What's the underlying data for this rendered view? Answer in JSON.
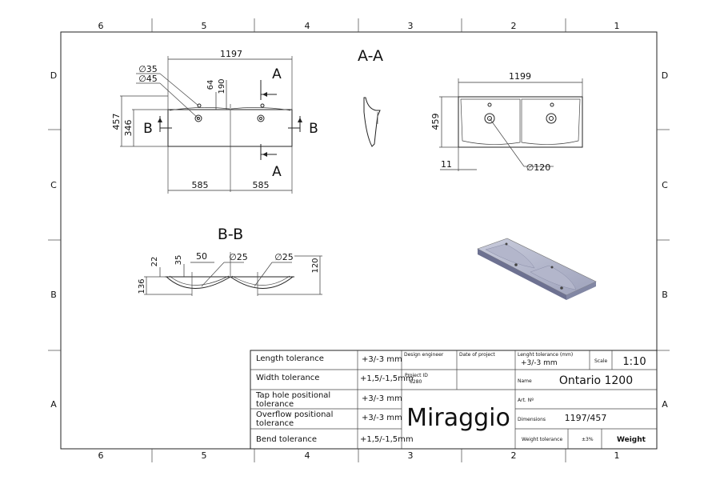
{
  "border": {
    "columns": [
      "6",
      "5",
      "4",
      "3",
      "2",
      "1"
    ],
    "rows": [
      "D",
      "C",
      "B",
      "A"
    ]
  },
  "views": {
    "top": {
      "width": "1197",
      "depth": "457",
      "inner_depth": "346",
      "left_bowl": "585",
      "right_bowl": "585",
      "hole_small": "∅35",
      "hole_large": "∅45",
      "offset_64": "64",
      "offset_190": "190",
      "section_a_top": "A",
      "section_a_bottom": "A",
      "section_b_left": "B",
      "section_b_right": "B"
    },
    "section_aa": {
      "title": "A-A"
    },
    "side": {
      "width": "1199",
      "depth": "459",
      "edge": "11",
      "drain": "∅120"
    },
    "section_bb": {
      "title": "B-B",
      "dim_22": "22",
      "dim_35": "35",
      "dim_50": "50",
      "dim_25a": "∅25",
      "dim_25b": "∅25",
      "dim_120": "120",
      "dim_136": "136"
    }
  },
  "title_block": {
    "rows": [
      {
        "label": "Length tolerance",
        "value": "+3/-3 mm"
      },
      {
        "label": "Width tolerance",
        "value": "+1,5/-1,5mm"
      },
      {
        "label": "Tap hole positional\ntolerance",
        "value": "+3/-3 mm"
      },
      {
        "label": "Overflow positional\ntolerance",
        "value": "+3/-3 mm"
      },
      {
        "label": "Bend tolerance",
        "value": "+1,5/-1,5mm"
      }
    ],
    "design_engineer_label": "Design engineer",
    "date_label": "Date of project",
    "project_id_label": "Project ID",
    "project_id_value": "6280",
    "logo": "Miraggio",
    "length_tol_label": "Lenght tolerance (mm)",
    "length_tol_value": "+3/-3 mm",
    "scale_label": "Scale",
    "scale_value": "1:10",
    "name_label": "Name",
    "name_value": "Ontario 1200",
    "art_label": "Art. Nº",
    "dimensions_label": "Dimensions",
    "dimensions_value": "1197/457",
    "weight_tol_label": "Weight tolerance",
    "weight_tol_value": "±3%",
    "weight_label": "Weight"
  }
}
